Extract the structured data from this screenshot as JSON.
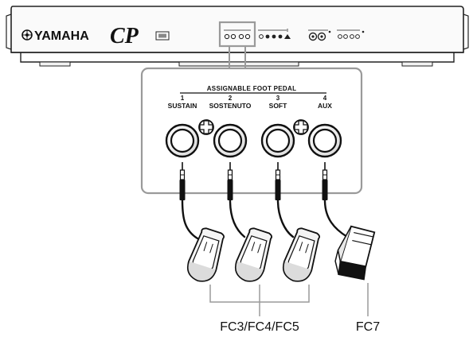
{
  "brand": {
    "name": "YAMAHA",
    "model_logo": "CP"
  },
  "panel": {
    "title": "ASSIGNABLE FOOT PEDAL",
    "jacks": [
      {
        "number": "1",
        "name": "SUSTAIN"
      },
      {
        "number": "2",
        "name": "SOSTENUTO"
      },
      {
        "number": "3",
        "name": "SOFT"
      },
      {
        "number": "4",
        "name": "AUX"
      }
    ]
  },
  "pedal_labels": {
    "footswitch": "FC3/FC4/FC5",
    "expression": "FC7"
  },
  "colors": {
    "line": "#111111",
    "panel_border": "#999999",
    "highlight_box": "#9a9a9a"
  },
  "icons": [
    "yamaha-emblem-icon",
    "phone-jack-icon",
    "pedal-icon",
    "expression-pedal-icon"
  ]
}
